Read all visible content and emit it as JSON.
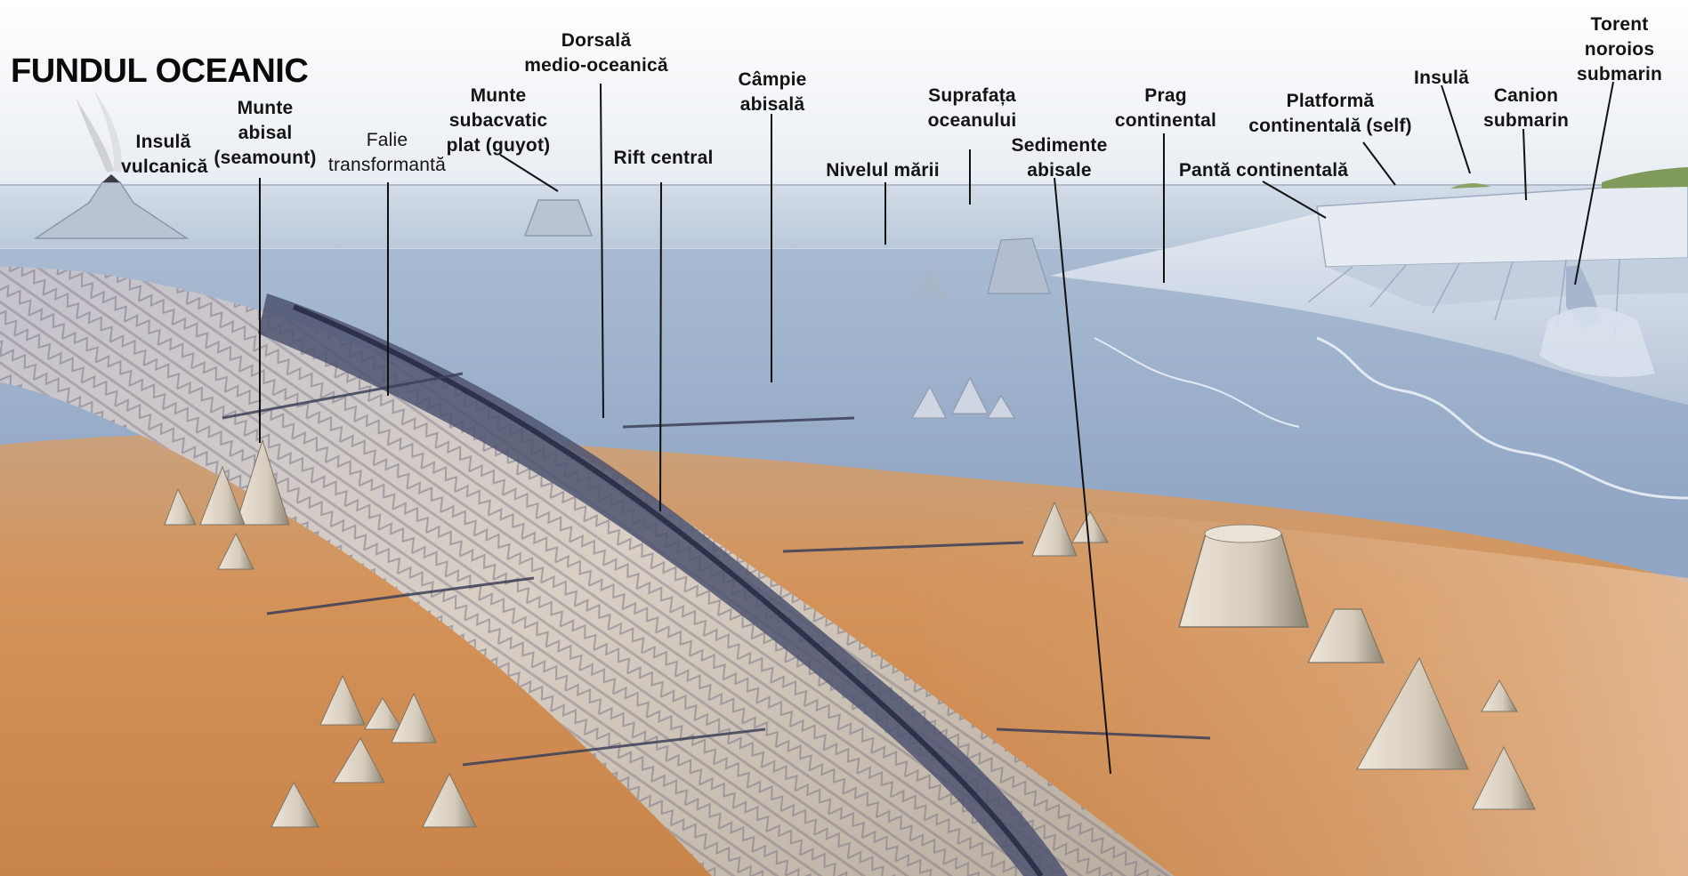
{
  "title": "FUNDUL OCEANIC",
  "labels": {
    "insula_vulcanica": "Insulă\nvulcanică",
    "munte_abisal": "Munte\nabisal\n(seamount)",
    "falie_transformanta": "Falie\ntransformantă",
    "munte_subacvatic": "Munte\nsubacvatic\nplat (guyot)",
    "dorsala": "Dorsală\nmedio-oceanică",
    "rift_central": "Rift central",
    "campie_abisala": "Câmpie\nabisală",
    "nivelul_marii": "Nivelul mării",
    "suprafata_oceanului": "Suprafața\noceanului",
    "sedimente_abisale": "Sedimente\nabisale",
    "prag_continental": "Prag\ncontinental",
    "panta_continentala": "Pantă continentală",
    "platforma_continentala": "Platformă\ncontinentală (self)",
    "insula": "Insulă",
    "canion_submarin": "Canion\nsubmarin",
    "torent_noroios": "Torent\nnoroios\nsubmarin"
  },
  "colors": {
    "sky": "#e9eef4",
    "ocean_surface": "#c9d6e3",
    "deep_water": "#8ea6c6",
    "abyssal_plain_blue": "#a7b6cf",
    "sediment_orange": "#d4935a",
    "ridge_light": "#e6d8c8",
    "ridge_shadow": "#5a607a",
    "shelf_white": "#dde4ee",
    "land_green": "#7f9a5a"
  }
}
